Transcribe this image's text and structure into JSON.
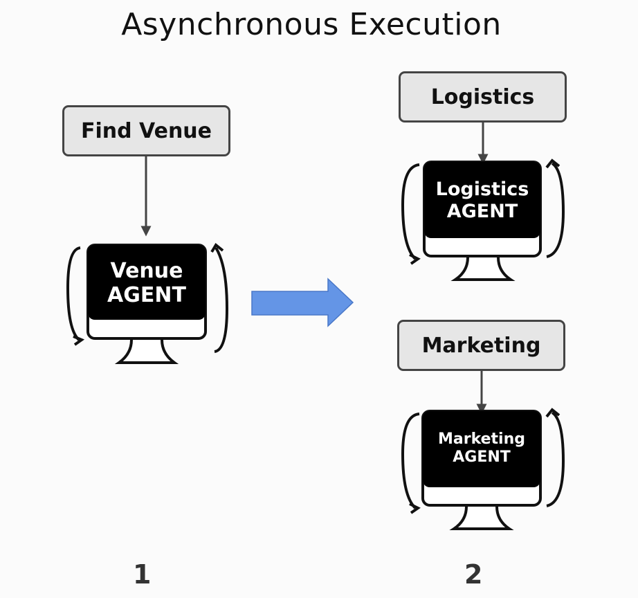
{
  "title": "Asynchronous Execution",
  "tasks": {
    "find_venue": "Find Venue",
    "logistics": "Logistics",
    "marketing": "Marketing"
  },
  "agents": {
    "venue": {
      "line1": "Venue",
      "line2": "AGENT"
    },
    "logistics": {
      "line1": "Logistics",
      "line2": "AGENT"
    },
    "marketing": {
      "line1": "Marketing",
      "line2": "AGENT"
    }
  },
  "steps": {
    "first": "1",
    "second": "2"
  },
  "colors": {
    "background": "#fbfbfb",
    "task_fill": "#e6e6e6",
    "task_border": "#444444",
    "screen": "#000000",
    "transition_arrow": "#6495e6"
  }
}
